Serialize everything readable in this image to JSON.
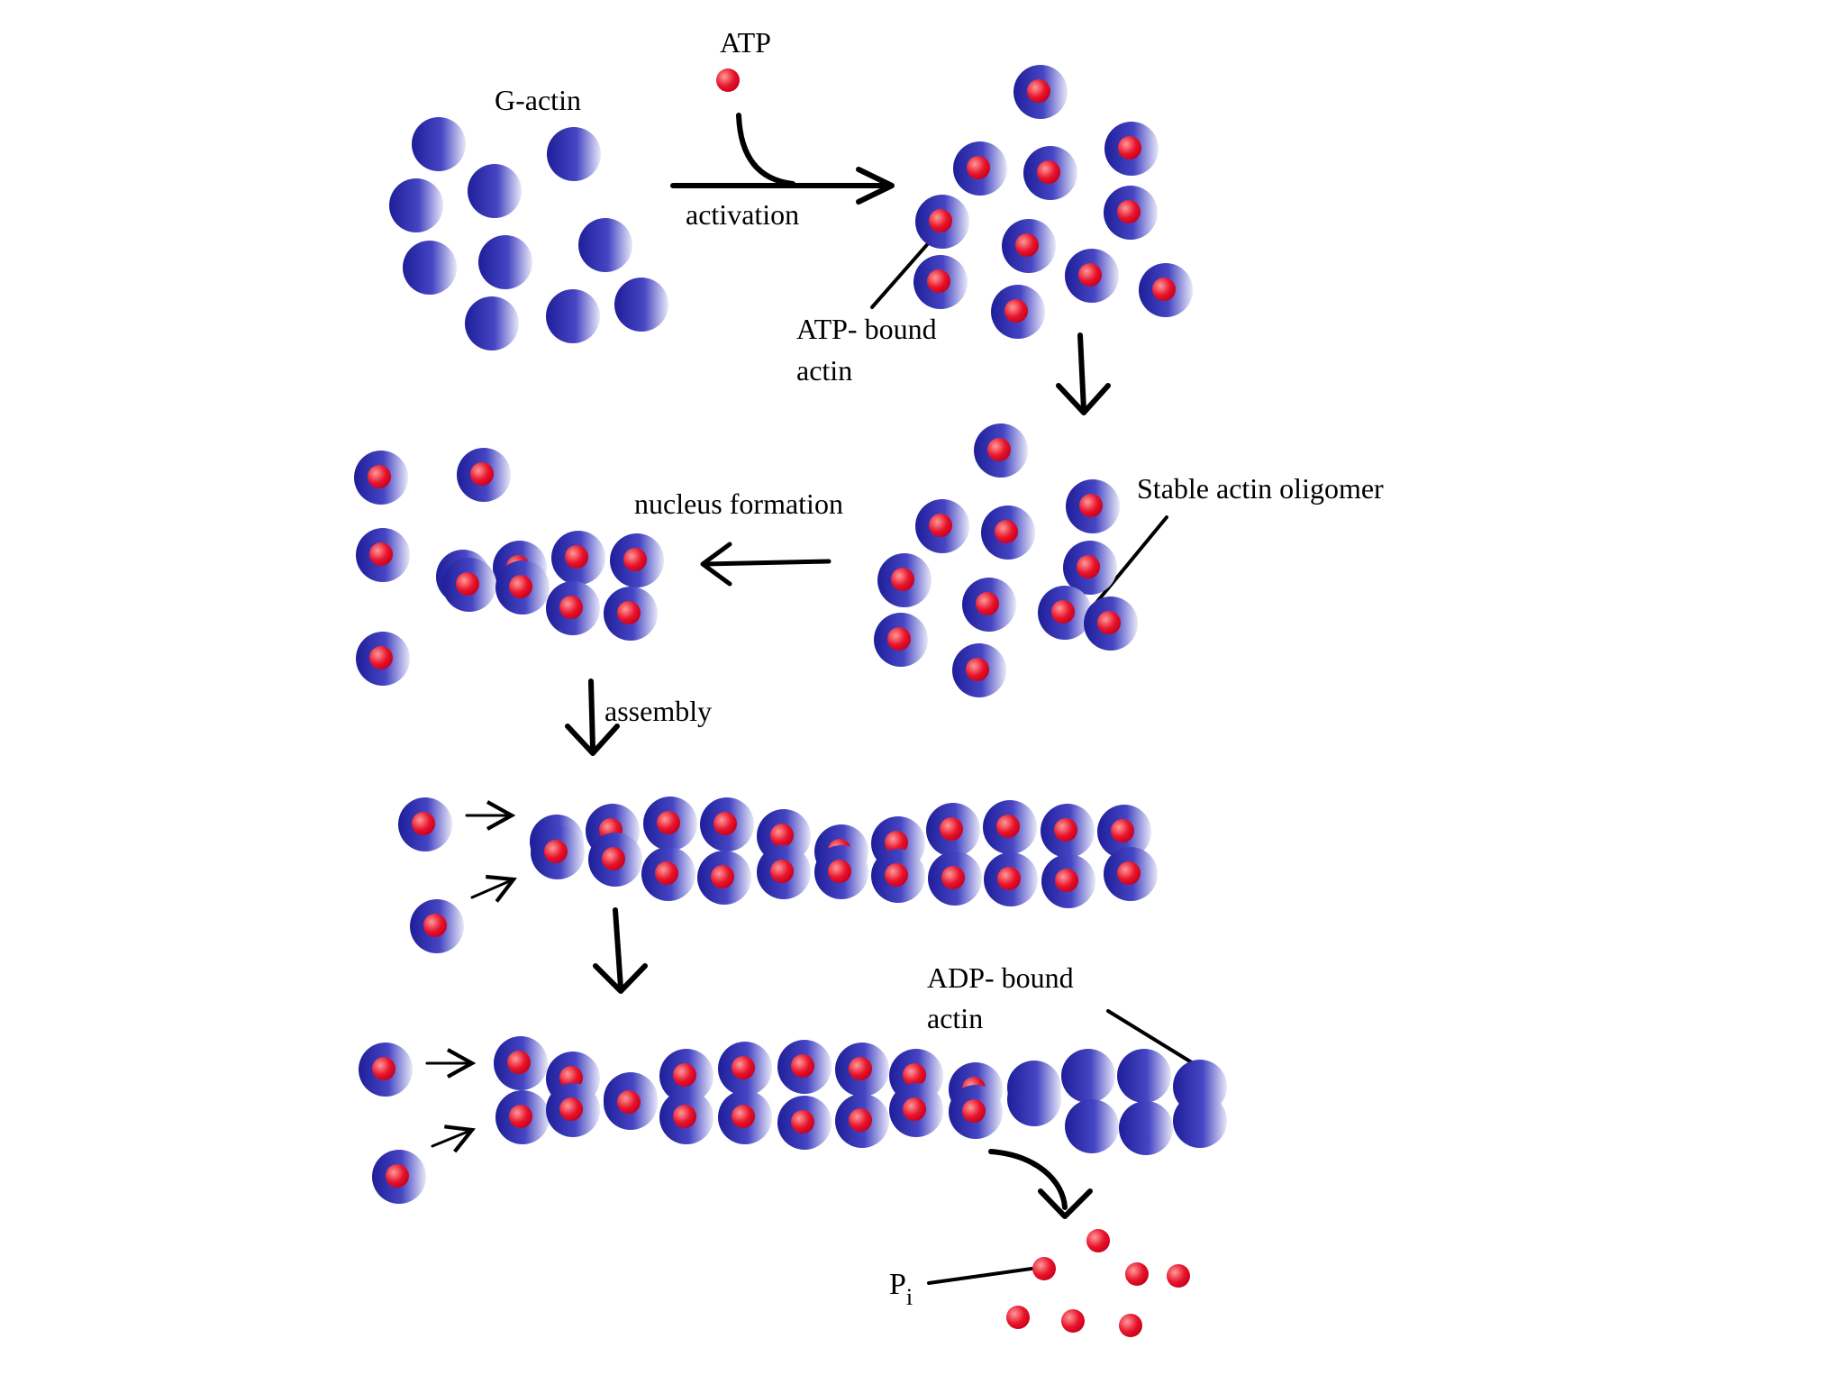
{
  "labels": {
    "atp": "ATP",
    "g_actin": "G-actin",
    "activation": "activation",
    "atp_bound_line1": "ATP- bound",
    "atp_bound_line2": "actin",
    "stable_oligomer": "Stable actin oligomer",
    "nucleus_formation": "nucleus formation",
    "assembly": "assembly",
    "adp_bound_line1": "ADP- bound",
    "adp_bound_line2": "actin",
    "pi_main": "P",
    "pi_sub": "i"
  },
  "colors": {
    "actin_blue": "#2e2fa6",
    "actin_light": "#ffffff",
    "atp_red": "#e0102a",
    "atp_light": "#ff8a8a",
    "line": "#000000"
  }
}
